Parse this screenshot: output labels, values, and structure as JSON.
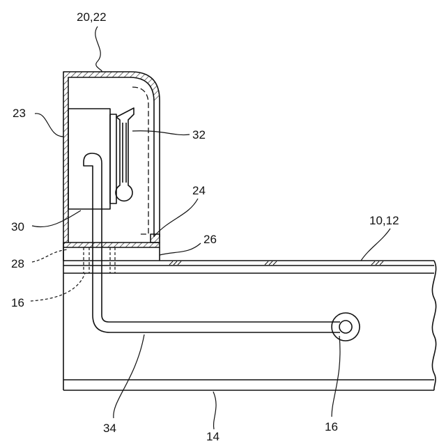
{
  "figure": {
    "line_color": "#111111",
    "background": "#ffffff",
    "labels": {
      "housing": "20,22",
      "side_wall": "23",
      "flange_upper": "24",
      "flange_lower": "26",
      "seal": "28",
      "lamp_base": "30",
      "reflector": "32",
      "tube": "34",
      "panel": "10,12",
      "plate": "14",
      "port_left": "16",
      "port_right": "16"
    }
  }
}
